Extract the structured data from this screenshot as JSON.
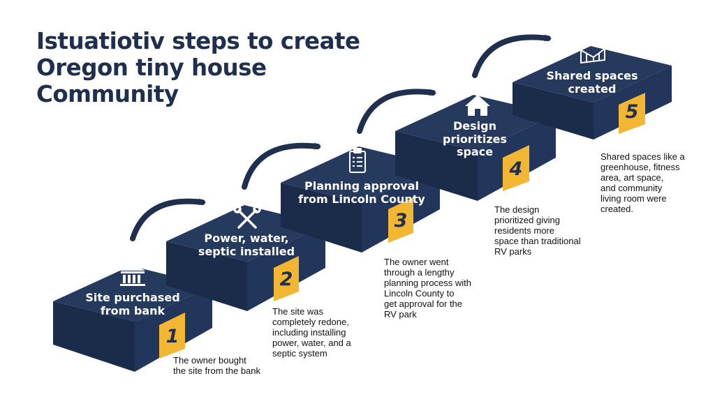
{
  "title": "Istuatiotiv steps to create\nOregon tiny house\nCommunity",
  "colors": {
    "block": "#263a5e",
    "block_side": "#1b2b4a",
    "accent": "#f2b632",
    "text_dark": "#1f2f4d"
  },
  "steps": [
    {
      "number": "1",
      "label": "Site purchased\nfrom bank",
      "icon": "bank-icon",
      "description": "The owner bought\nthe site from the bank"
    },
    {
      "number": "2",
      "label": "Power, water,\nseptic installed",
      "icon": "tools-icon",
      "description": "The site was\ncompletely redone,\nincluding installing\npower, water, and a\nseptic system"
    },
    {
      "number": "3",
      "label": "Planning approval\nfrom Lincoln County",
      "icon": "clipboard-icon",
      "description": "The owner went\nthrough a lengthy\nplanning process with\nLincoln County to\nget approval for the\nRV park"
    },
    {
      "number": "4",
      "label": "Design\nprioritizes\nspace",
      "icon": "house-icon",
      "description": "The design\nprioritized giving\nresidents more\nspace than traditional\nRV parks"
    },
    {
      "number": "5",
      "label": "Shared spaces\ncreated",
      "icon": "greenhouse-icon",
      "description": "Shared spaces like a\ngreenhouse, fitness\narea, art space,\nand community\nliving room were\ncreated."
    }
  ]
}
